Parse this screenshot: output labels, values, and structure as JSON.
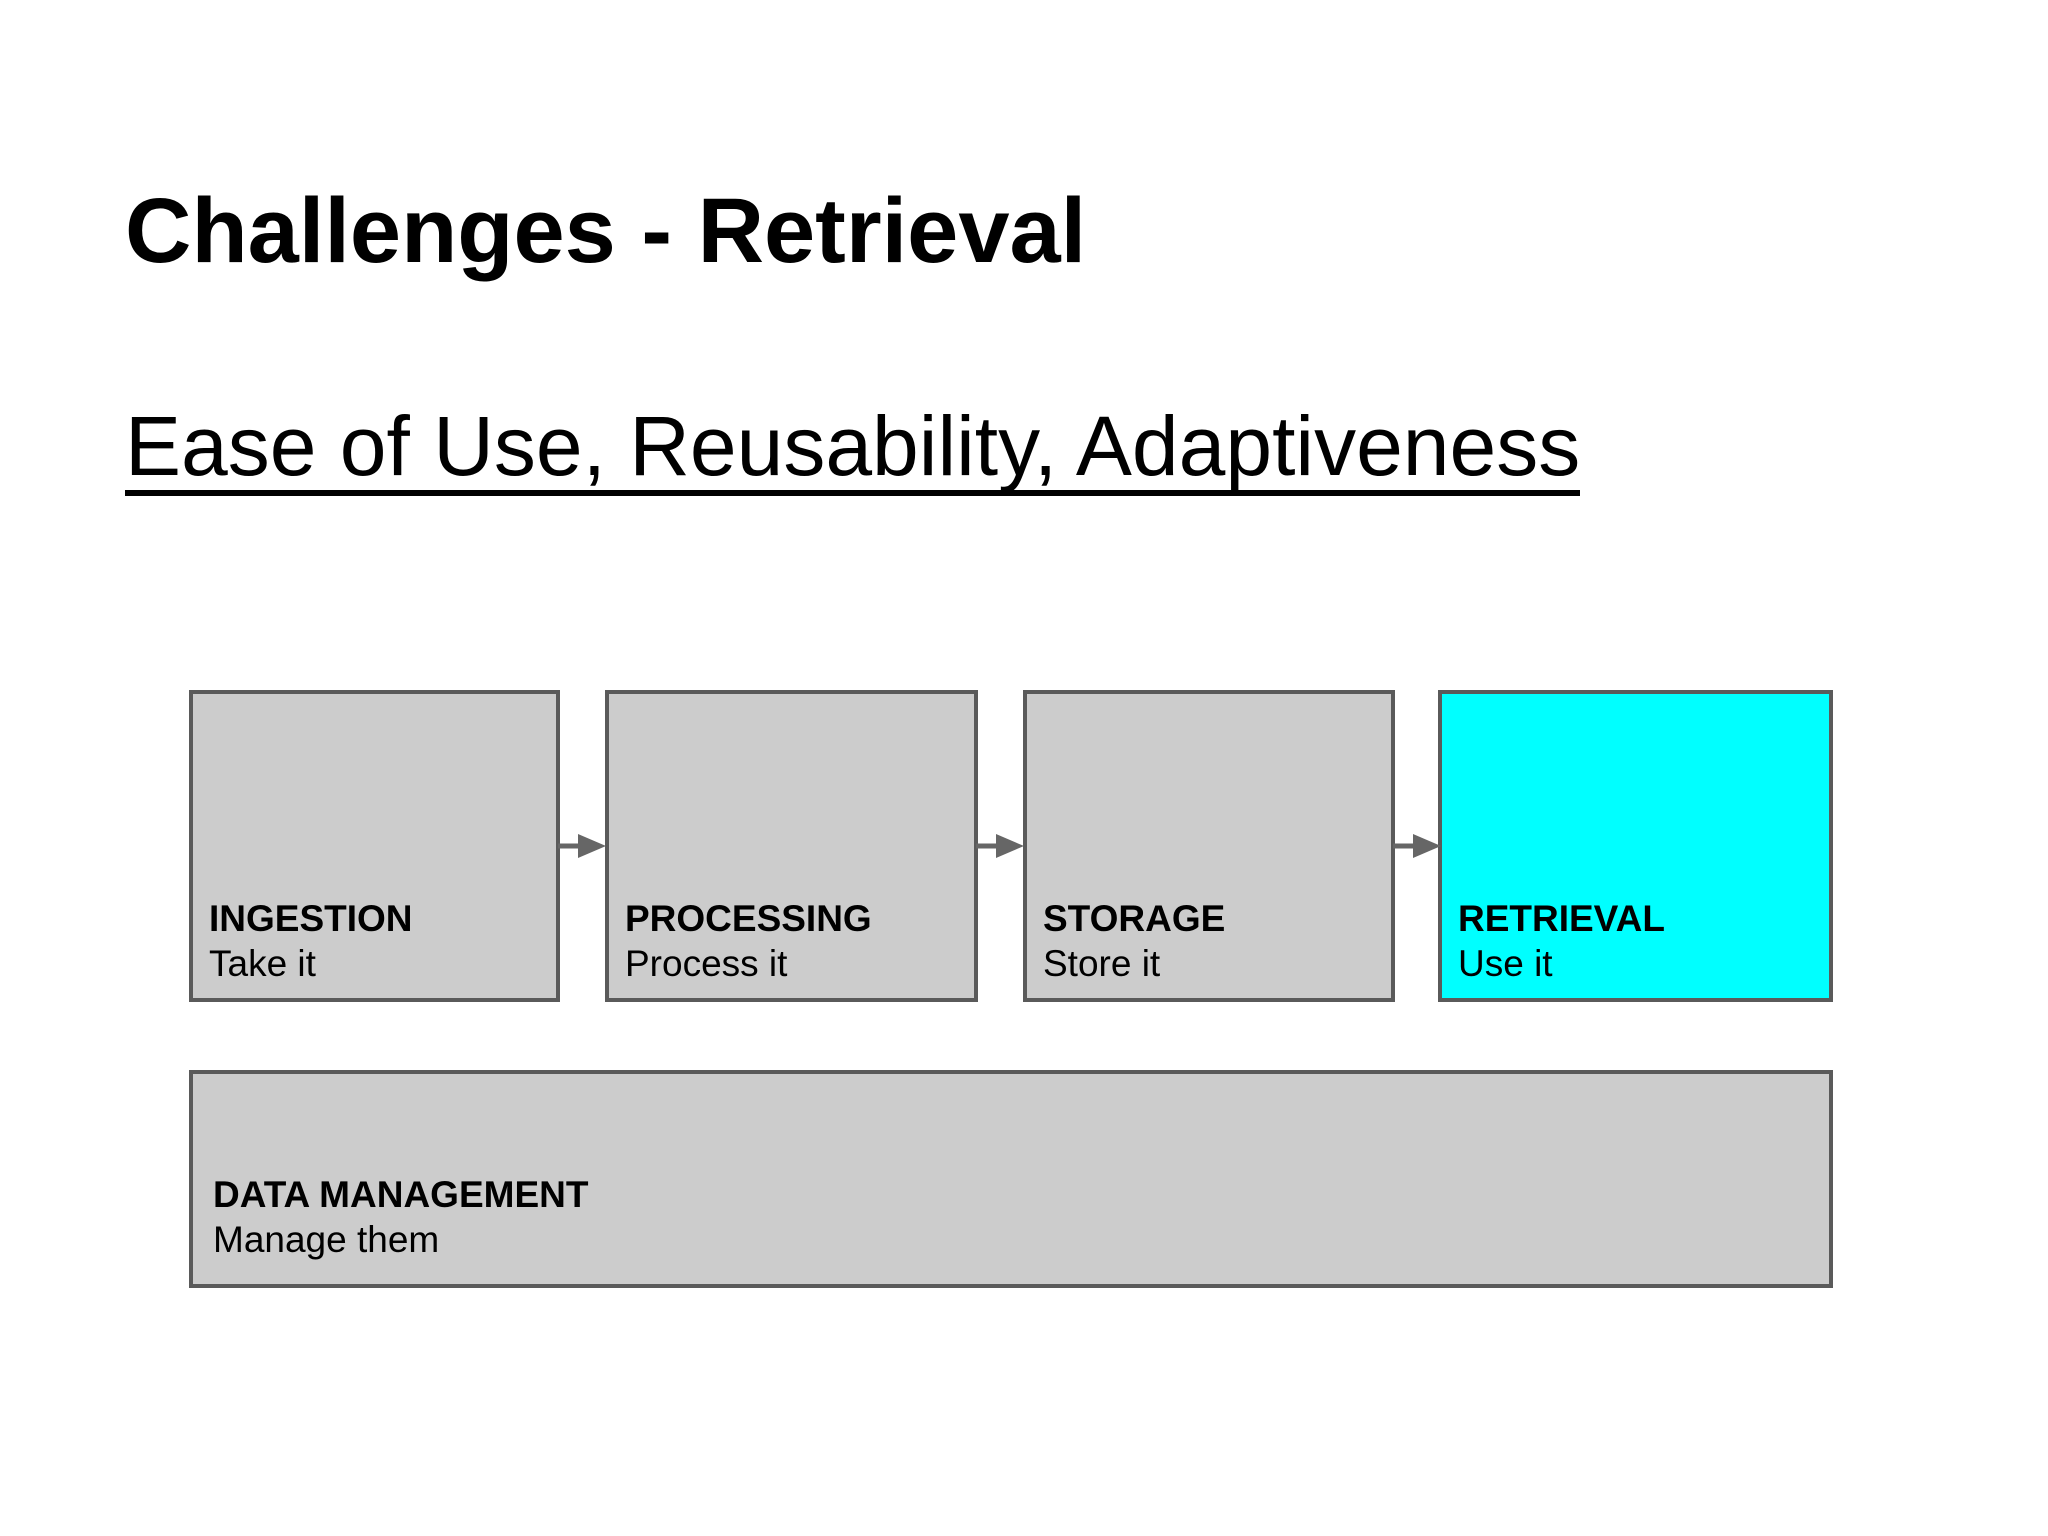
{
  "slide": {
    "title": "Challenges - Retrieval",
    "subtitle": "Ease of Use, Reusability, Adaptiveness"
  },
  "pipeline": {
    "stages": [
      {
        "label": "INGESTION",
        "sublabel": "Take it",
        "fill": "#cccccc",
        "highlighted": false
      },
      {
        "label": "PROCESSING",
        "sublabel": "Process it",
        "fill": "#cccccc",
        "highlighted": false
      },
      {
        "label": "STORAGE",
        "sublabel": "Store it",
        "fill": "#cccccc",
        "highlighted": false
      },
      {
        "label": "RETRIEVAL",
        "sublabel": "Use it",
        "fill": "#00ffff",
        "highlighted": true
      }
    ],
    "management_box": {
      "label": "DATA MANAGEMENT",
      "sublabel": "Manage them",
      "fill": "#cccccc"
    }
  },
  "colors": {
    "background": "#ffffff",
    "text": "#000000",
    "box_fill": "#cccccc",
    "box_border": "#5a5a5a",
    "arrow": "#666666",
    "highlight": "#00ffff"
  }
}
